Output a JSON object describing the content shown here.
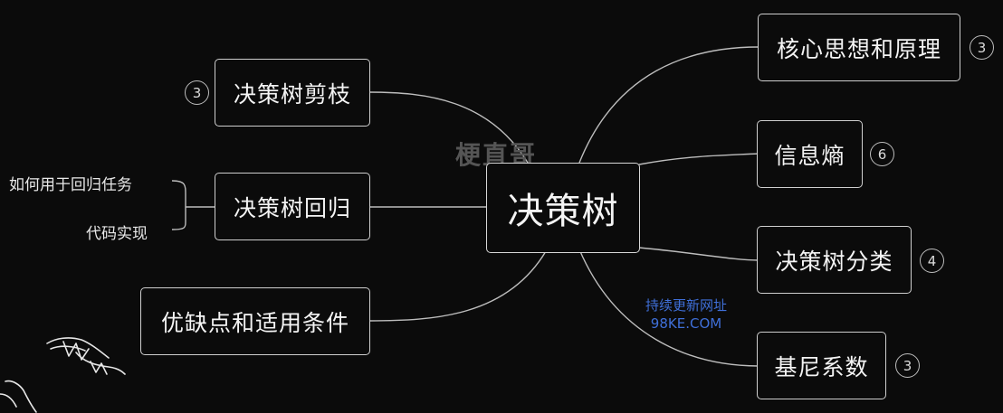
{
  "mindmap": {
    "root": {
      "label": "决策树"
    },
    "right_branches": [
      {
        "label": "核心思想和原理",
        "badge": "3"
      },
      {
        "label": "信息熵",
        "badge": "6"
      },
      {
        "label": "决策树分类",
        "badge": "4"
      },
      {
        "label": "基尼系数",
        "badge": "3"
      }
    ],
    "left_branches": [
      {
        "label": "决策树剪枝",
        "badge": "3"
      },
      {
        "label": "决策树回归",
        "children": [
          "如何用于回归任务",
          "代码实现"
        ]
      },
      {
        "label": "优缺点和适用条件"
      }
    ]
  },
  "watermark": {
    "text": "梗直哥"
  },
  "site_note": {
    "line1": "持续更新网址",
    "line2": "98KE.COM"
  },
  "colors": {
    "background": "#0b0b0b",
    "line": "#bdbdbd",
    "node_border": "#cfcfcf",
    "text": "#f4f4f4",
    "watermark": "#555555",
    "site_note": "#3f6fd8"
  }
}
